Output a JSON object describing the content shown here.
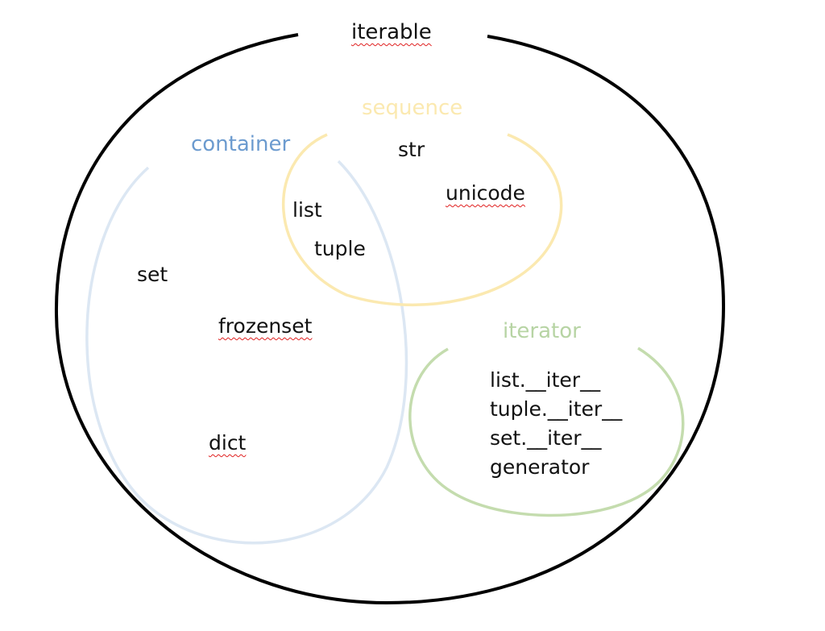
{
  "groups": {
    "iterable": {
      "label": "iterable",
      "color": "#000000"
    },
    "sequence": {
      "label": "sequence",
      "color": "#fbe9b0",
      "items": [
        "str",
        "unicode",
        "list",
        "tuple"
      ]
    },
    "container": {
      "label": "container",
      "color": "#6c9bcf",
      "border_color": "#dce7f3",
      "items": [
        "set",
        "frozenset",
        "dict"
      ]
    },
    "iterator": {
      "label": "iterator",
      "color": "#b7d4a4",
      "border_color": "#c4dcae",
      "items": [
        "list.__iter__",
        "tuple.__iter__",
        "set.__iter__",
        "generator"
      ]
    }
  },
  "spellcheck_color": "#e02020"
}
